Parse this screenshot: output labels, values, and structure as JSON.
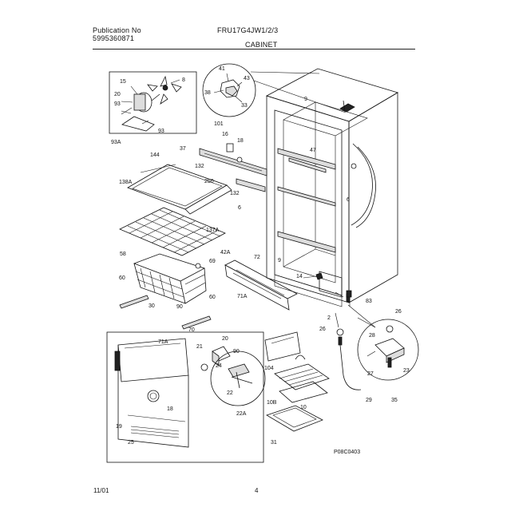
{
  "header": {
    "publication_label": "Publication No",
    "publication_number": "5995360871",
    "model": "FRU17G4JW1/2/3",
    "section": "CABINET"
  },
  "footer": {
    "date": "11/01",
    "page": "4"
  },
  "diagram": {
    "code": "P08C0403",
    "callouts": [
      "15",
      "20",
      "8",
      "93",
      "93",
      "93A",
      "41",
      "38",
      "43",
      "33",
      "101",
      "9",
      "16",
      "18",
      "37",
      "47",
      "144",
      "132",
      "138A",
      "250",
      "132",
      "6",
      "6",
      "9",
      "137A",
      "42A",
      "58",
      "69",
      "72",
      "60",
      "30",
      "90",
      "60",
      "71A",
      "14",
      "83",
      "70",
      "2",
      "26",
      "26",
      "28",
      "27",
      "23",
      "104",
      "10B",
      "10",
      "29",
      "35",
      "31",
      "71A",
      "21",
      "20",
      "90",
      "24",
      "18",
      "22",
      "22A",
      "19",
      "25"
    ]
  }
}
